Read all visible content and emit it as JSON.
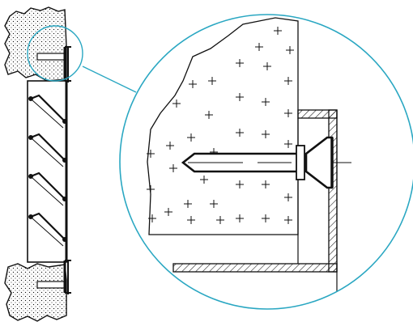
{
  "diagram": {
    "colors": {
      "line": "#111111",
      "callout": "#2aa7c2",
      "background": "#ffffff"
    },
    "detail_callout": {
      "shape": "circle",
      "links": [
        "top-anchor-detail"
      ]
    },
    "parts": [
      "wall-concrete-top",
      "wall-concrete-bottom",
      "diagonal-bracing-panel",
      "anchor-top",
      "anchor-bottom",
      "countersunk-screw",
      "washer",
      "angle-profile"
    ]
  }
}
